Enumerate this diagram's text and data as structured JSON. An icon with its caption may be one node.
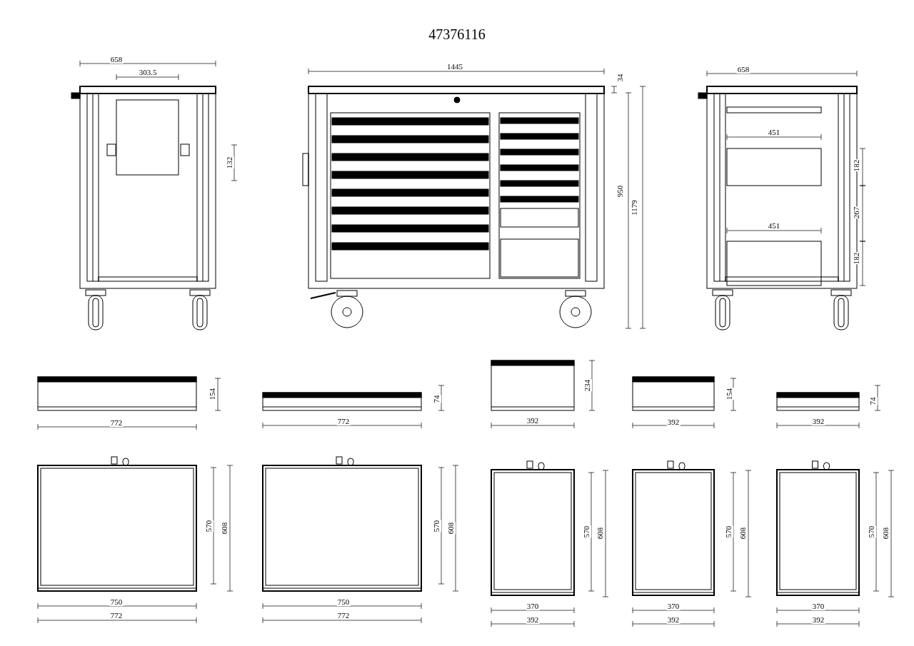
{
  "diagram": {
    "title": "47376116",
    "labels": [
      "658",
      "303.5",
      "132",
      "1445",
      "34",
      "950",
      "1179",
      "658",
      "451",
      "182",
      "267",
      "451",
      "182",
      "154",
      "772",
      "74",
      "772",
      "234",
      "392",
      "154",
      "392",
      "74",
      "392",
      "570",
      "608",
      "750",
      "772",
      "570",
      "608",
      "750",
      "772",
      "570",
      "608",
      "370",
      "392",
      "570",
      "608",
      "370",
      "392",
      "570",
      "608",
      "370",
      "392"
    ]
  }
}
